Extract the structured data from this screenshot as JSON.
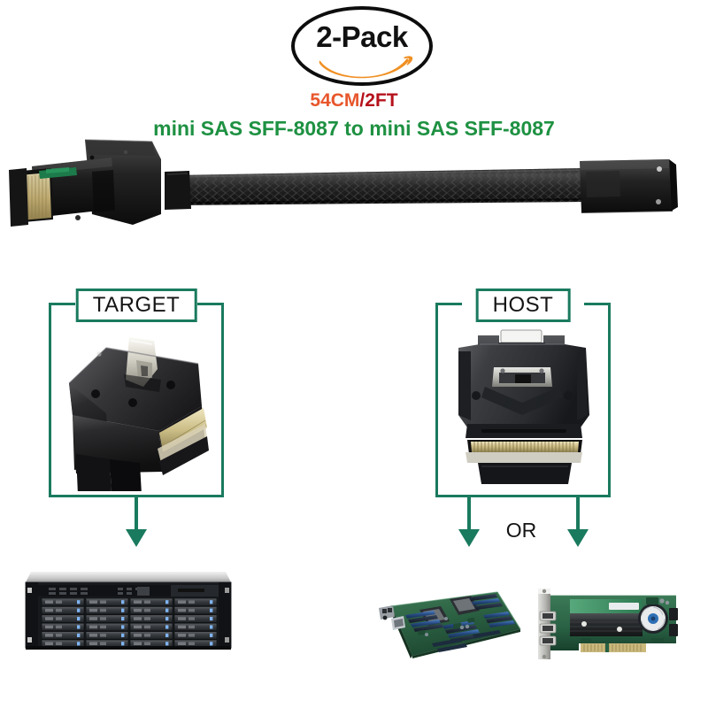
{
  "product": {
    "badge": {
      "label": "2-Pack",
      "logo_icon": "amazon-smile-icon"
    },
    "size": {
      "metric": "54CM",
      "separator": "/",
      "imperial": "2FT"
    },
    "spec": "mini SAS SFF-8087 to mini SAS SFF-8087",
    "cable": {
      "left_connector_name": "right-angle-sff-8087-connector",
      "right_connector_name": "straight-sff-8087-connector",
      "sleeve_name": "braided-cable-sleeve"
    }
  },
  "diagram": {
    "target": {
      "label": "TARGET",
      "connector_photo_name": "target-connector-photo",
      "device_photo_name": "rackmount-storage-server-photo"
    },
    "host": {
      "label": "HOST",
      "connector_photo_name": "host-connector-photo",
      "or_label": "OR",
      "device_photo_left_name": "server-motherboard-photo",
      "device_photo_right_name": "raid-hba-pcie-card-photo"
    }
  },
  "colors": {
    "frame_green": "#1a7a5e",
    "spec_green": "#1e9142",
    "size_orange": "#e8562c",
    "size_red": "#b5121b",
    "amazon_orange": "#f09023",
    "badge_outline": "#0d0d0d",
    "background": "#ffffff"
  }
}
